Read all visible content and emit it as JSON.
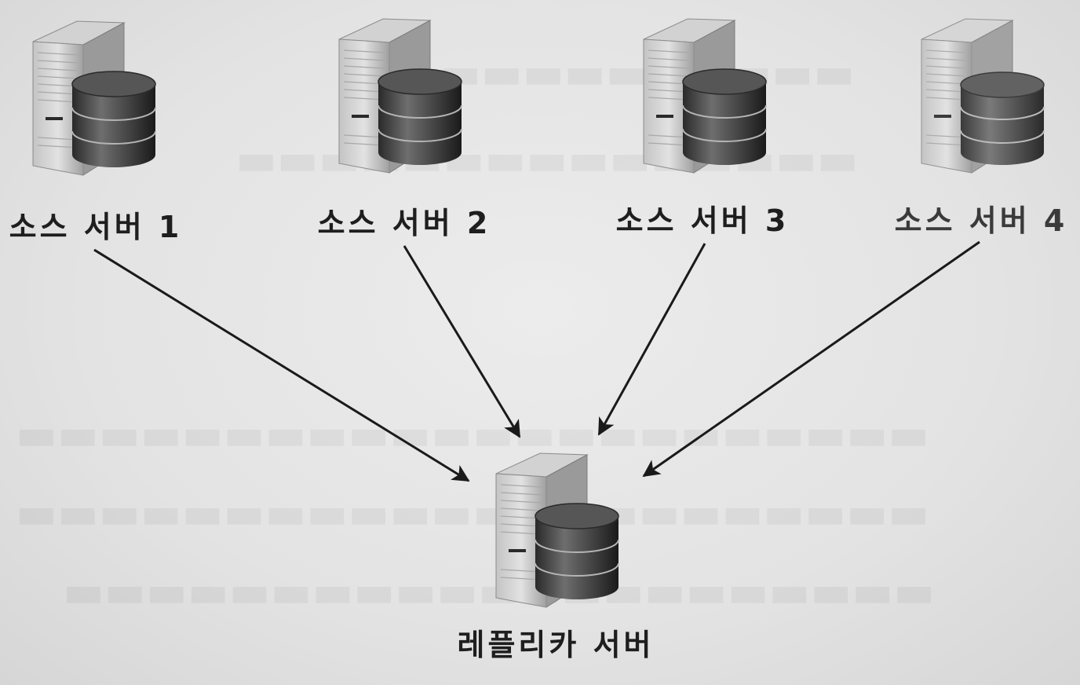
{
  "diagram": {
    "sources": [
      {
        "label": "소스 서버 1"
      },
      {
        "label": "소스 서버 2"
      },
      {
        "label": "소스 서버 3"
      },
      {
        "label": "소스 서버 4"
      }
    ],
    "replica": {
      "label": "레플리카 서버"
    },
    "edges": [
      {
        "from": "소스 서버 1",
        "to": "레플리카 서버"
      },
      {
        "from": "소스 서버 2",
        "to": "레플리카 서버"
      },
      {
        "from": "소스 서버 3",
        "to": "레플리카 서버"
      },
      {
        "from": "소스 서버 4",
        "to": "레플리카 서버"
      }
    ],
    "colors": {
      "line": "#1a1a1a",
      "tower_light": "#dcdcdc",
      "tower_dark": "#8a8a8a",
      "db_light": "#7a7a7a",
      "db_dark": "#1a1a1a"
    },
    "icons": {
      "source": "server-database-icon",
      "replica": "server-database-icon"
    }
  }
}
